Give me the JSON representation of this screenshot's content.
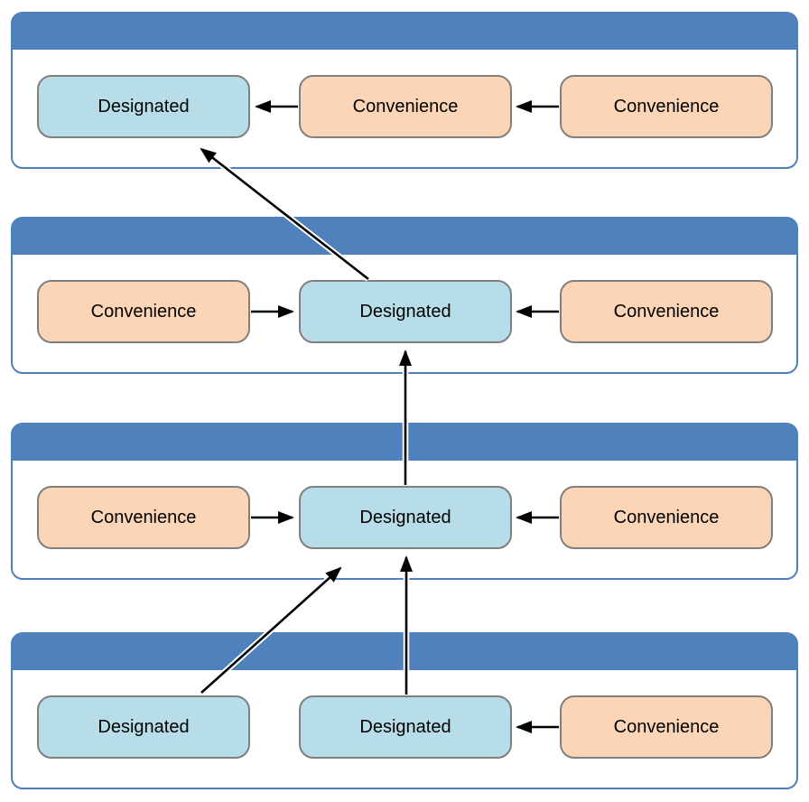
{
  "diagram_title": "",
  "colors": {
    "panel_header_blue": "#4F81BD",
    "panel_border_blue": "#4F81BD",
    "designated_fill": "#B7DEE8",
    "convenience_fill": "#FBD5B5",
    "node_border_gray": "#7f7f7f",
    "arrow_black": "#000000"
  },
  "sections": [
    {
      "name": "tier-1",
      "header_label": "",
      "nodes": [
        {
          "label": "Designated",
          "type": "designated"
        },
        {
          "label": "Convenience",
          "type": "convenience"
        },
        {
          "label": "Convenience",
          "type": "convenience"
        }
      ]
    },
    {
      "name": "tier-2",
      "header_label": "",
      "nodes": [
        {
          "label": "Convenience",
          "type": "convenience"
        },
        {
          "label": "Designated",
          "type": "designated"
        },
        {
          "label": "Convenience",
          "type": "convenience"
        }
      ]
    },
    {
      "name": "tier-3",
      "header_label": "",
      "nodes": [
        {
          "label": "Convenience",
          "type": "convenience"
        },
        {
          "label": "Designated",
          "type": "designated"
        },
        {
          "label": "Convenience",
          "type": "convenience"
        }
      ]
    },
    {
      "name": "tier-4",
      "header_label": "",
      "nodes": [
        {
          "label": "Designated",
          "type": "designated"
        },
        {
          "label": "Designated",
          "type": "designated"
        },
        {
          "label": "Convenience",
          "type": "convenience"
        }
      ]
    }
  ],
  "edges": [
    {
      "from": "tier-1 middle Convenience",
      "to": "tier-1 left Designated"
    },
    {
      "from": "tier-1 right Convenience",
      "to": "tier-1 middle Convenience"
    },
    {
      "from": "tier-2 left Convenience",
      "to": "tier-2 middle Designated"
    },
    {
      "from": "tier-2 right Convenience",
      "to": "tier-2 middle Designated"
    },
    {
      "from": "tier-3 left Convenience",
      "to": "tier-3 middle Designated"
    },
    {
      "from": "tier-3 right Convenience",
      "to": "tier-3 middle Designated"
    },
    {
      "from": "tier-4 right Convenience",
      "to": "tier-4 middle Designated"
    },
    {
      "from": "tier-2 middle Designated",
      "to": "tier-1 left Designated"
    },
    {
      "from": "tier-3 middle Designated",
      "to": "tier-2 middle Designated"
    },
    {
      "from": "tier-4 middle Designated",
      "to": "tier-3 middle Designated"
    },
    {
      "from": "tier-4 left Designated",
      "to": "tier-3 middle Designated"
    }
  ]
}
